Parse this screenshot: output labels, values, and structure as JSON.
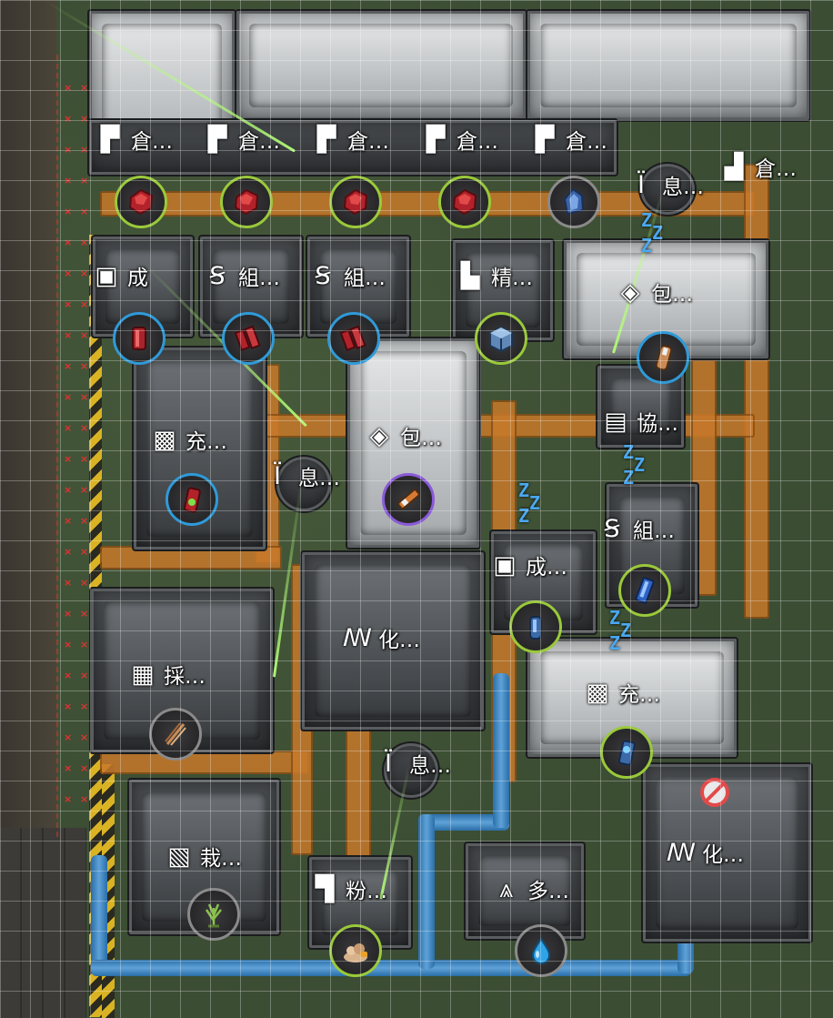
{
  "colors": {
    "ground": "#3b4d33",
    "belt": "#c8792a",
    "pipe": "#5fa2d8",
    "ring_green": "#9ac93a",
    "ring_blue": "#2f9ad8",
    "ring_purple": "#8a5ad8",
    "hazard": "#d9b324",
    "laser": "#b4ff78"
  },
  "labels": {
    "storage_1": {
      "icon": "storage-icon",
      "text": "倉…"
    },
    "storage_2": {
      "icon": "storage-icon",
      "text": "倉…"
    },
    "storage_3": {
      "icon": "storage-icon",
      "text": "倉…"
    },
    "storage_4": {
      "icon": "storage-icon",
      "text": "倉…"
    },
    "storage_5": {
      "icon": "storage-icon",
      "text": "倉…"
    },
    "storage_6": {
      "icon": "storage-icon",
      "text": "倉…"
    },
    "relay_top": {
      "icon": "relay-icon",
      "text": "息…"
    },
    "molder_1": {
      "icon": "molder-icon",
      "text": "成"
    },
    "assembler_1": {
      "icon": "assembler-icon",
      "text": "組…"
    },
    "assembler_2": {
      "icon": "assembler-icon",
      "text": "組…"
    },
    "refinery": {
      "icon": "refinery-icon",
      "text": "精…"
    },
    "packer_top": {
      "icon": "packer-icon",
      "text": "包…"
    },
    "filler_left": {
      "icon": "filler-icon",
      "text": "充…"
    },
    "relay_mid": {
      "icon": "relay-icon",
      "text": "息…"
    },
    "packer_mid": {
      "icon": "packer-icon",
      "text": "包…"
    },
    "coop": {
      "icon": "coop-icon",
      "text": "協…"
    },
    "assembler_3": {
      "icon": "assembler-icon",
      "text": "組…"
    },
    "molder_2": {
      "icon": "molder-icon",
      "text": "成…"
    },
    "reactor_mid": {
      "icon": "reactor-icon",
      "text": "化…"
    },
    "harvester": {
      "icon": "harvester-icon",
      "text": "採…"
    },
    "filler_right": {
      "icon": "filler-icon",
      "text": "充…"
    },
    "relay_low": {
      "icon": "relay-icon",
      "text": "息…"
    },
    "planter": {
      "icon": "planter-icon",
      "text": "栽…"
    },
    "reactor_right": {
      "icon": "reactor-icon",
      "text": "化…"
    },
    "grinder": {
      "icon": "grinder-icon",
      "text": "粉…"
    },
    "multi": {
      "icon": "multi-icon",
      "text": "多…"
    }
  },
  "badges": [
    {
      "item": "red-crystal-icon",
      "ring": "green"
    },
    {
      "item": "red-crystal-icon",
      "ring": "green"
    },
    {
      "item": "red-crystal-icon",
      "ring": "green"
    },
    {
      "item": "red-crystal-icon",
      "ring": "green"
    },
    {
      "item": "blue-crystal-icon",
      "ring": "grey"
    },
    {
      "item": "red-shard-icon",
      "ring": "blue"
    },
    {
      "item": "red-rod-icon",
      "ring": "blue"
    },
    {
      "item": "red-rod-icon",
      "ring": "blue"
    },
    {
      "item": "ore-cube-icon",
      "ring": "green"
    },
    {
      "item": "amber-vial-icon",
      "ring": "blue"
    },
    {
      "item": "battery-icon",
      "ring": "blue"
    },
    {
      "item": "rod-pack-icon",
      "ring": "purple"
    },
    {
      "item": "blue-crystal-rod-icon",
      "ring": "green"
    },
    {
      "item": "blue-vial-icon",
      "ring": "green"
    },
    {
      "item": "fiber-icon",
      "ring": "grey"
    },
    {
      "item": "blue-battery-icon",
      "ring": "green"
    },
    {
      "item": "plant-icon",
      "ring": "grey"
    },
    {
      "item": "powder-icon",
      "ring": "green"
    },
    {
      "item": "water-drop-icon",
      "ring": "grey"
    }
  ]
}
